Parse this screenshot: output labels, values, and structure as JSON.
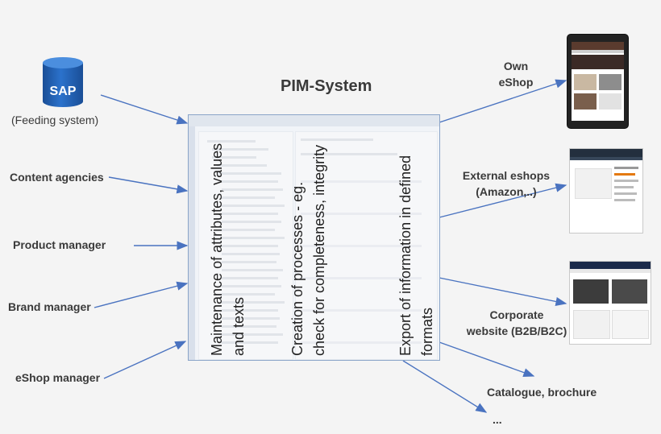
{
  "title": "PIM-System",
  "sources": {
    "sap": {
      "logo_text": "SAP",
      "sublabel": "(Feeding system)"
    },
    "content_agencies": "Content agencies",
    "product_manager": "Product manager",
    "brand_manager": "Brand manager",
    "eshop_manager": "eShop manager"
  },
  "pim_functions": {
    "f1": {
      "line1": "Maintenance of attributes, values",
      "line2": "and texts"
    },
    "f2": {
      "line1": "Creation of processes - eg.",
      "line2": "check for completeness, integrity"
    },
    "f3": {
      "line1": "Export of information in defined",
      "line2": "formats"
    }
  },
  "targets": {
    "own_eshop": {
      "line1": "Own",
      "line2": "eShop"
    },
    "external": {
      "line1": "External eshops",
      "line2": "(Amazon,..)"
    },
    "corporate": {
      "line1": "Corporate",
      "line2": "website (B2B/B2C)"
    },
    "catalogue": "Catalogue, brochure",
    "more": "..."
  },
  "colors": {
    "arrow": "#4a73c0",
    "sap_blue": "#1f5fb0",
    "pim_border": "#8aa4c8"
  }
}
